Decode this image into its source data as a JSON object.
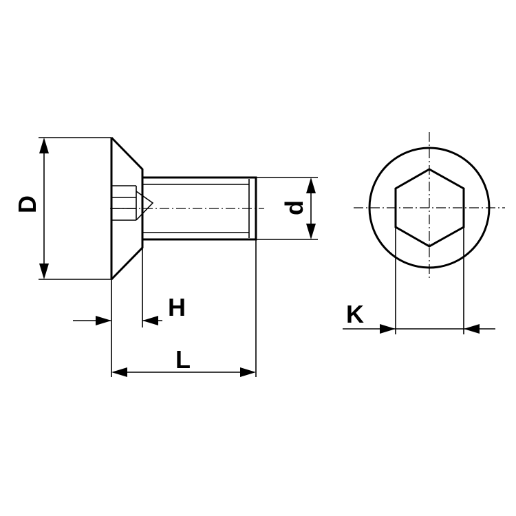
{
  "diagram": {
    "labels": {
      "D": "D",
      "d": "d",
      "H": "H",
      "L": "L",
      "K": "K"
    }
  }
}
